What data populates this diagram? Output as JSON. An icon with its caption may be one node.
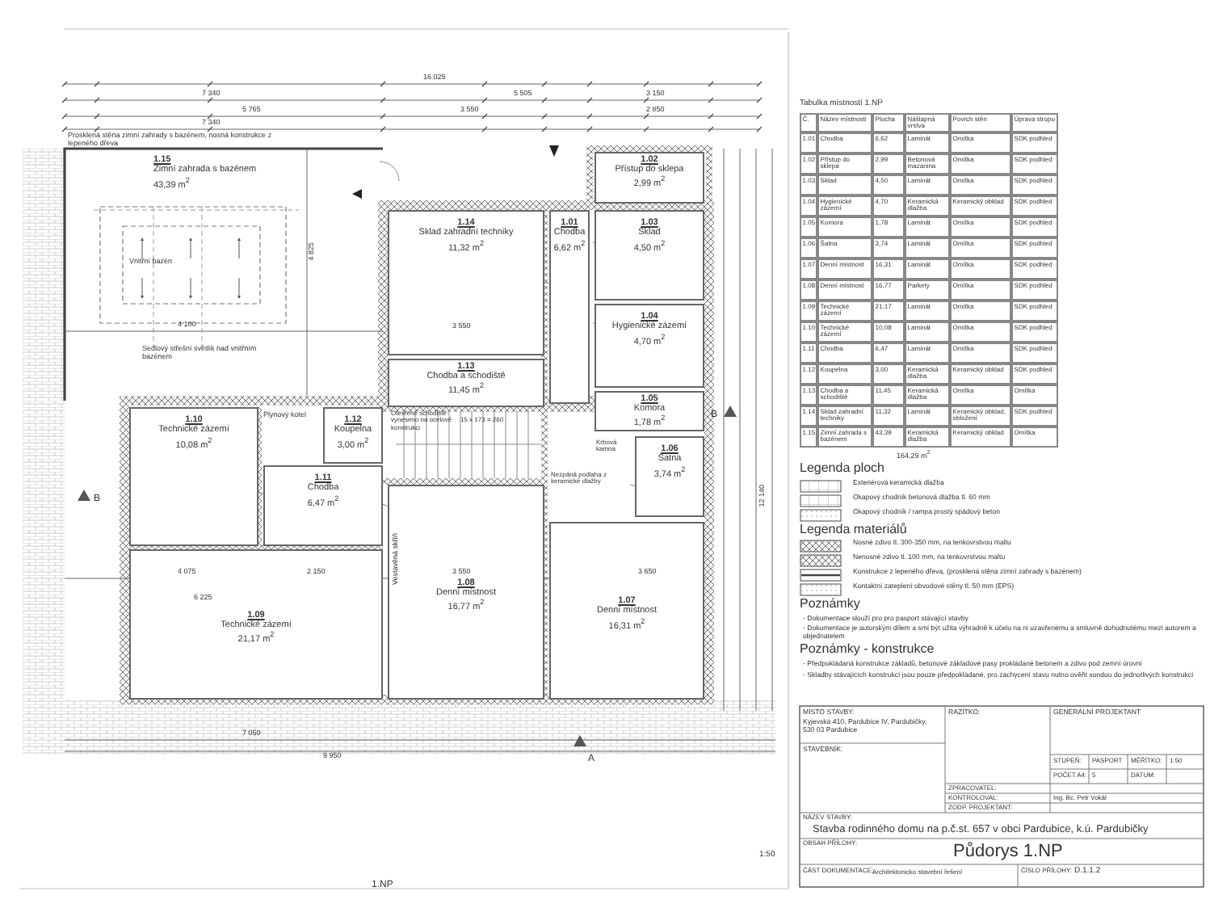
{
  "diagram": {
    "nodes": [
      {
        "text": [
          "1.15",
          "Zimní zahrada s bazénem",
          "43,39 m$^{2}$"
        ]
      },
      {
        "text": [
          "1.14",
          "Sklad zahradní techniky",
          "11,32 m$^{2}$"
        ]
      },
      {
        "text": [
          "1.13",
          "Chodba a schodiště",
          "11,45 m$^{2}$"
        ]
      },
      {
        "text": [
          "1.01",
          "Chodba",
          "6,62 m$^{2}$"
        ]
      },
      {
        "text": [
          "1.02",
          "Přístup do sklepa",
          "2,99 m$^{2}$"
        ]
      },
      {
        "text": [
          "1.03",
          "Sklad",
          "4,50 m$^{2}$"
        ]
      },
      {
        "text": [
          "1.04",
          "Hygienické zázemí",
          "4,70 m$^{2}$"
        ]
      },
      {
        "text": [
          "1.05",
          "Komora",
          "1,78 m$^{2}$"
        ]
      },
      {
        "text": [
          "1.06",
          "Šatna",
          "3,74 m$^{2}$"
        ]
      },
      {
        "text": [
          "1.07",
          "Denní místnost",
          "16,31 m$^{2}$"
        ]
      },
      {
        "text": [
          "1.08",
          "Denní místnost",
          "16,77 m$^{2}$"
        ]
      },
      {
        "text": [
          "1.09",
          "Technické zázemí",
          "21,17 m$^{2}$"
        ]
      },
      {
        "text": [
          "1.10",
          "Technické zázemí",
          "10,08 m$^{2}$"
        ]
      },
      {
        "text": [
          "1.11",
          "Chodba",
          "6,47 m$^{2}$"
        ]
      },
      {
        "text": [
          "1.12",
          "Koupelna",
          "3,00 m$^{2}$"
        ]
      }
    ],
    "labels": [
      "Prosklená stěna zimní zahrady s bazénem, nosná konstrukce z lepeného dřeva",
      "16 025",
      "7 340",
      "5 505",
      "3 150",
      "5 765",
      "3 550",
      "2 850",
      "7 340",
      "4 100",
      "4 825",
      "3 550",
      "4 075",
      "2 150",
      "6 225",
      "3 550",
      "3 650",
      "7 050",
      "9 950",
      "12 140",
      "Vnitřní bazén",
      "Sedlový střešní světlík nad vnitřním bazénem",
      "Plynový kotel",
      "Otevřené schodiště vyneseno na ocelové konstrukci",
      "15 x 173 = 260",
      "Krbová kamna",
      "Nezpáná podlaha z keramické dlažby",
      "Vestavěná skříň",
      "A",
      "B",
      "B",
      "1.NP",
      "1:50",
      "Tabulka místností 1.NP",
      "Č.",
      "Název místnosti",
      "Plocha",
      "Nášlapná vrstva",
      "Povrch stěn",
      "Úprava stropu",
      "1.01",
      "Chodba",
      "6,62",
      "Laminát",
      "Omítka",
      "SDK podhled",
      "1.02",
      "Přístup do sklepa",
      "2,99",
      "Betonová mazanina",
      "Omítka",
      "SDK podhled",
      "1.03",
      "Sklad",
      "4,50",
      "Laminát",
      "Omítka",
      "SDK podhled",
      "1.04",
      "Hygienické zázemí",
      "4,70",
      "Keramická dlažba",
      "Keramický obklad",
      "SDK podhled",
      "1.05",
      "Komora",
      "1,78",
      "Laminát",
      "Omítka",
      "SDK podhled",
      "1.06",
      "Šatna",
      "3,74",
      "Laminát",
      "Omítka",
      "SDK podhled",
      "1.07",
      "Denní místnost",
      "16,31",
      "Laminát",
      "Omítka",
      "SDK podhled",
      "1.08",
      "Denní místnost",
      "16,77",
      "Parkety",
      "Omítka",
      "SDK podhled",
      "1.09",
      "Technické zázemí",
      "21,17",
      "Laminát",
      "Omítka",
      "SDK podhled",
      "1.10",
      "Technické zázemí",
      "10,08",
      "Laminát",
      "Omítka",
      "SDK podhled",
      "1.11",
      "Chodba",
      "6,47",
      "Laminát",
      "Omítka",
      "SDK podhled",
      "1.12",
      "Koupelna",
      "3,00",
      "Keramická dlažba",
      "Keramický obklad",
      "SDK podhled",
      "1.13",
      "Chodba a schodiště",
      "11,45",
      "Keramická dlažba",
      "Omítka",
      "Omítka",
      "1.14",
      "Sklad zahradní techniky",
      "11,32",
      "Laminát",
      "Keramický obklad, obložení",
      "SDK podhled",
      "1.15",
      "Zimní zahrada s bazénem",
      "43,39",
      "Keramická dlažba",
      "Keramický obklad",
      "Omítka",
      "164,29 m$^{2}$",
      "Legenda ploch",
      "Legenda materiálů",
      "Poznámky",
      "- Dokumentace slouží pro pro pasport stávající stavby",
      "- Dokumentace je autorským dílem a smí být užita výhradně k účelu na ni uzavřenému a smluvně dohodnutému mezi autorem a objednatelem",
      "Poznámky - konstrukce",
      "- Předpokládaná konstrukce základů, betonové základové pasy prokládané betonem a zdivo pod zemní úrovní",
      "- Skladby stávajících konstrukcí jsou pouze předpokládané, pro zachycení stavu nutno ověřit sondou do jednotlivých konstrukcí",
      "MÍSTO STAVBY:",
      "Kyjevská 410, Pardubice IV, Pardubičky, 530 03 Pardubice",
      "RAZÍTKO:",
      "GENERÁLNÍ PROJEKTANT",
      "STUPEŇ:",
      "PASPORT",
      "MĚŘÍTKO:",
      "1:50",
      "POČET A4:",
      "5",
      "DATUM:",
      "STAVEBNÍK:",
      "ZPRACOVATEL:",
      "KONTROLOVAL:",
      "Ing. Bc. Petr Vokál",
      "ZODP. PROJEKTANT:",
      "NÁZEV STAVBY:",
      "Stavba rodinného domu na p.č.st. 657 v obci Pardubice, k.ú. Pardubičky",
      "OBSAH PŘÍLOHY:",
      "Půdorys 1.NP",
      "ČÁST DOKUMENTACE:",
      "Architektonicko stavební řešení",
      "ČÍSLO PŘÍLOHY:",
      "D.1.1.2"
    ],
    "legend": [
      {
        "text": "Exteriérová keramická dlažba"
      },
      {
        "text": "Okapový chodník betonová dlažba tl. 60 mm"
      },
      {
        "text": "Okapový chodník / rampa prostý spádový beton"
      },
      {
        "text": "Nosné zdivo tl. 300-350 mm, na tenkovrstvou maltu"
      },
      {
        "text": "Nenosné zdivo tl. 100 mm, na tenkovrstvou maltu"
      },
      {
        "text": "Konstrukce z lepeného dřeva, (prosklená stěna zimní zahrady s bazénem)"
      },
      {
        "text": "Kontaktní zateplení obvodové stěny tl. 50 mm (EPS)"
      }
    ]
  }
}
